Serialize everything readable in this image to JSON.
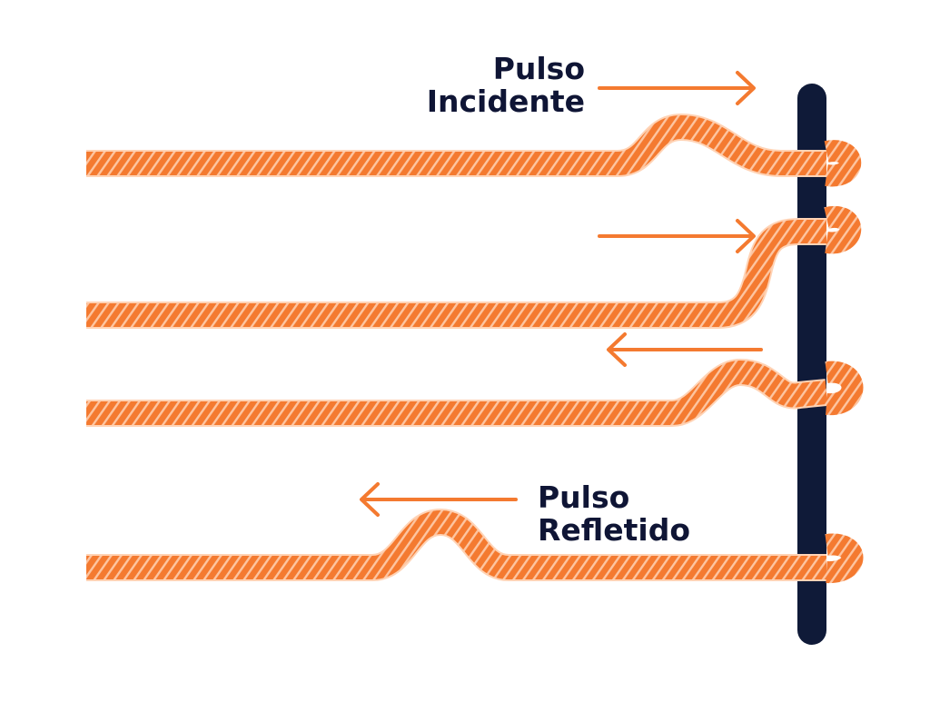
{
  "labels": {
    "incident": {
      "line1": "Pulso",
      "line2": "Incidente"
    },
    "reflected": {
      "line1": "Pulso",
      "line2": "Refletido"
    }
  },
  "colors": {
    "rope": "#f47a30",
    "rope_stripe": "#ffd3b5",
    "pole": "#0f1a38",
    "arrow": "#f47a30",
    "text": "#0f1535"
  },
  "icons": {
    "arrow_right": "arrow-right-icon",
    "arrow_left": "arrow-left-icon"
  }
}
